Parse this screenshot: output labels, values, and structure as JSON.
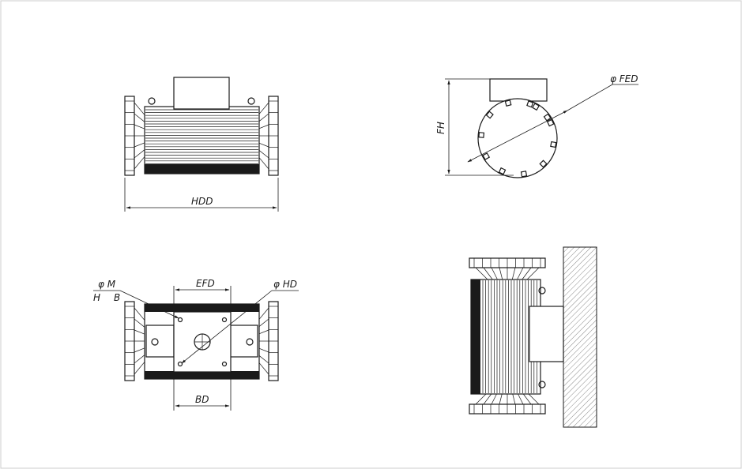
{
  "views": {
    "front": {
      "width_label": "HDD"
    },
    "side": {
      "diameter_label": "φ FED",
      "height_label": "FH"
    },
    "bottom": {
      "hole_label": "φ M",
      "hole_sub_h": "H",
      "hole_sub_b": "B",
      "spacing_top_label": "EFD",
      "center_hole_label": "φ HD",
      "spacing_bottom_label": "BD"
    },
    "wall_mount": {}
  },
  "colors": {
    "line": "#1a1a1a",
    "background": "#ffffff",
    "hatch": "#555555"
  }
}
